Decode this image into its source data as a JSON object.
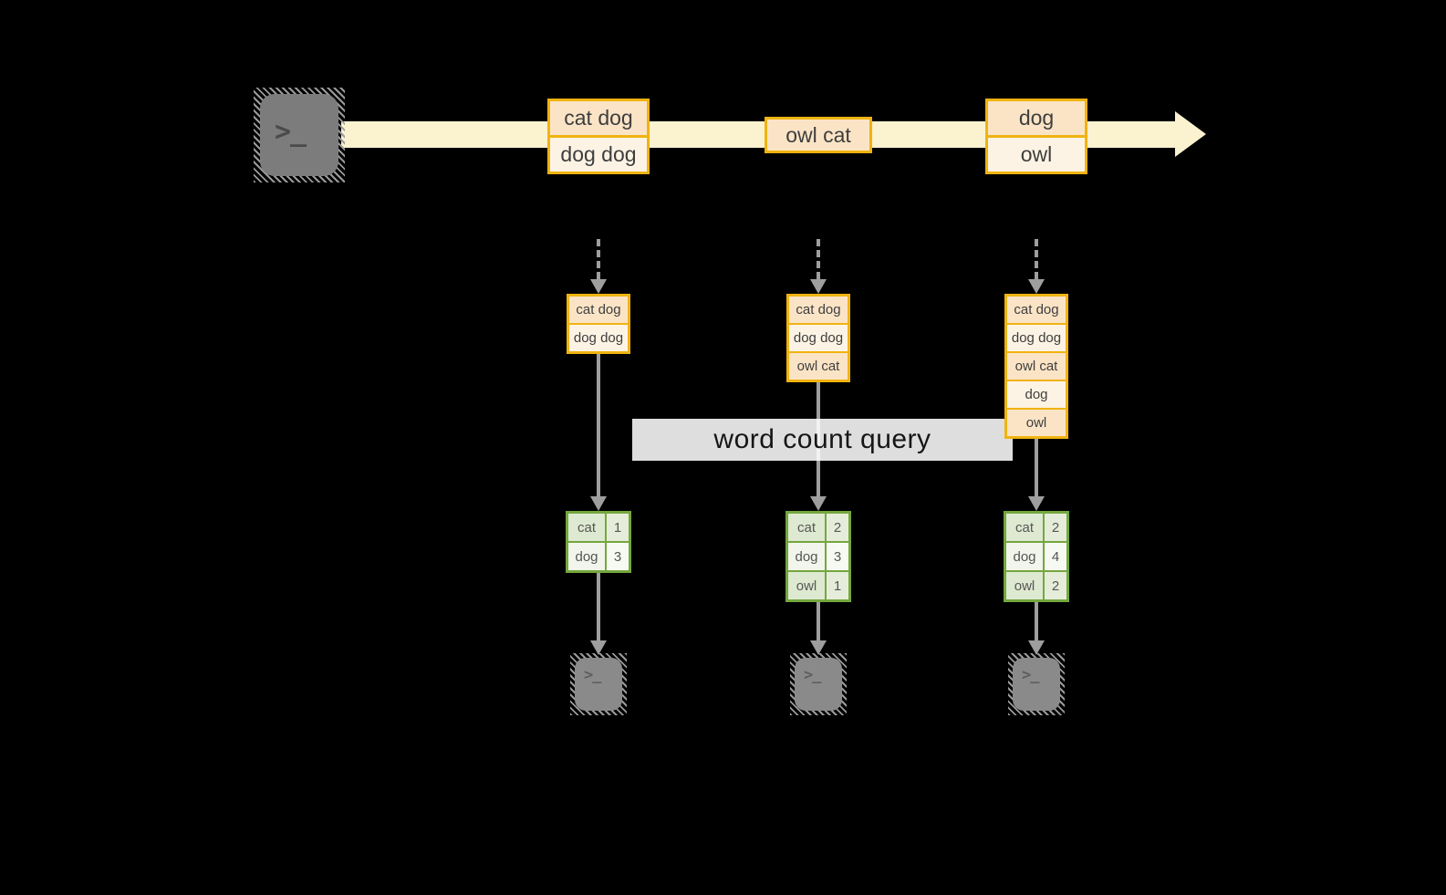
{
  "label": {
    "query_text": "word count query"
  },
  "icons": {
    "terminal_prompt": ">_",
    "producer": "terminal-icon",
    "consumers": "terminal-icon",
    "stream": "right-arrow-band",
    "connectors": "down-arrow"
  },
  "stream": {
    "events": [
      {
        "lines": [
          "cat dog",
          "dog dog"
        ]
      },
      {
        "lines": [
          "owl cat"
        ]
      },
      {
        "lines": [
          "dog",
          "owl"
        ]
      }
    ]
  },
  "columns": [
    {
      "state": [
        "cat dog",
        "dog dog"
      ],
      "counts": [
        {
          "word": "cat",
          "count": "1"
        },
        {
          "word": "dog",
          "count": "3"
        }
      ]
    },
    {
      "state": [
        "cat dog",
        "dog dog",
        "owl cat"
      ],
      "counts": [
        {
          "word": "cat",
          "count": "2"
        },
        {
          "word": "dog",
          "count": "3"
        },
        {
          "word": "owl",
          "count": "1"
        }
      ]
    },
    {
      "state": [
        "cat dog",
        "dog dog",
        "owl cat",
        "dog",
        "owl"
      ],
      "counts": [
        {
          "word": "cat",
          "count": "2"
        },
        {
          "word": "dog",
          "count": "4"
        },
        {
          "word": "owl",
          "count": "2"
        }
      ]
    }
  ],
  "colors": {
    "background": "#000000",
    "stream_band": "#FBF2D0",
    "box_border": "#F0B310",
    "cell_peach": "#FBE4C6",
    "cell_cream": "#FDF3E4",
    "table_border": "#74A73E",
    "table_row_dark": "#DEE9D1",
    "table_row_light": "#F2F5EB",
    "arrow_gray": "#9E9E9E",
    "terminal_gray": "#7C7C7C",
    "label_band": "#FFFFFF"
  }
}
